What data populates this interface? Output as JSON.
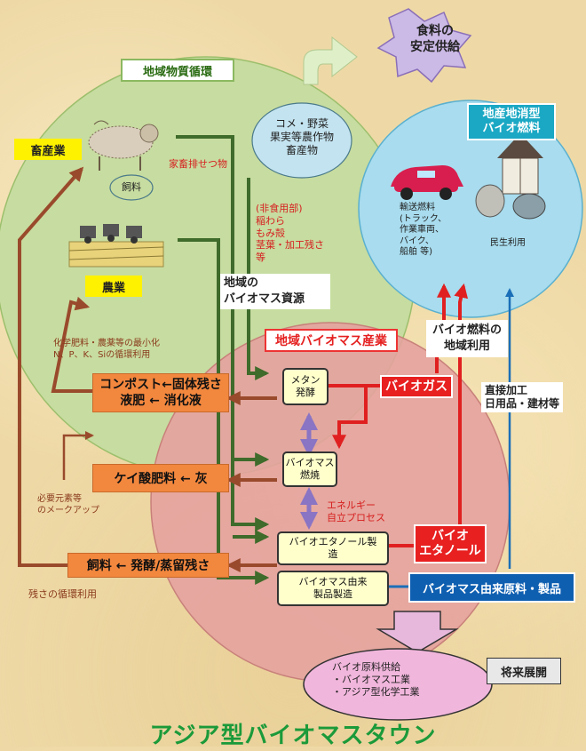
{
  "food_supply": "食料の\n安定供給",
  "regional_cycle": "地域物質循環",
  "livestock": "畜産業",
  "feed": "飼料",
  "livestock_waste": "家畜排せつ物",
  "crops": "コメ・野菜\n果実等農作物\n畜産物",
  "agriculture": "農業",
  "non_food": "(非食用部)\n稲わら\nもみ殻\n茎葉・加工残さ\n等",
  "biomass_resource": "地域の\nバイオマス資源",
  "local_biofuel": "地産地消型\nバイオ燃料",
  "transport_fuel": "輸送燃料\n(トラック、\n作業車両、\nバイク、\n船舶 等)",
  "civil_use": "民生利用",
  "regional_industry": "地域バイオマス産業",
  "biofuel_local": "バイオ燃料の\n地域利用",
  "fertilizer_note": "化学肥料・農薬等の最小化\nN、P、K、Siの循環利用",
  "compost": "コンポスト←固体残さ\n液肥  ←  消化液",
  "methane": "メタン\n発酵",
  "biogas": "バイオガス",
  "direct_processing": "直接加工\n日用品・建材等",
  "silicate": "ケイ酸肥料  ←  灰",
  "biomass_burn": "バイオマス\n燃焼",
  "energy_self": "エネルギー\n自立プロセス",
  "element_makeup": "必要元素等\nのメークアップ",
  "bioethanol_mfg": "バイオエタノール製\n造",
  "bio_ethanol": "バイオ\nエタノール",
  "feed_residue": "飼料  ←  発酵/蒸留残さ",
  "biomass_products_mfg": "バイオマス由来\n製品製造",
  "biomass_materials": "バイオマス由来原料・製品",
  "residue_recycle": "残さの循環利用",
  "bio_supply": "バイオ原料供給\n・バイオマス工業\n・アジア型化学工業",
  "future": "将来展開",
  "title": "アジア型バイオマスタウン",
  "colors": {
    "green_circle": "#c7dca0",
    "red_circle": "#e4a29e",
    "blue_circle": "#a8dcee",
    "arrow_green": "#3f6b2b",
    "arrow_brown": "#9a4a2c",
    "arrow_red": "#e02020",
    "arrow_blue": "#1b6fb8",
    "arrow_purple": "#8a74c4",
    "title_green": "#1b9a3a"
  }
}
